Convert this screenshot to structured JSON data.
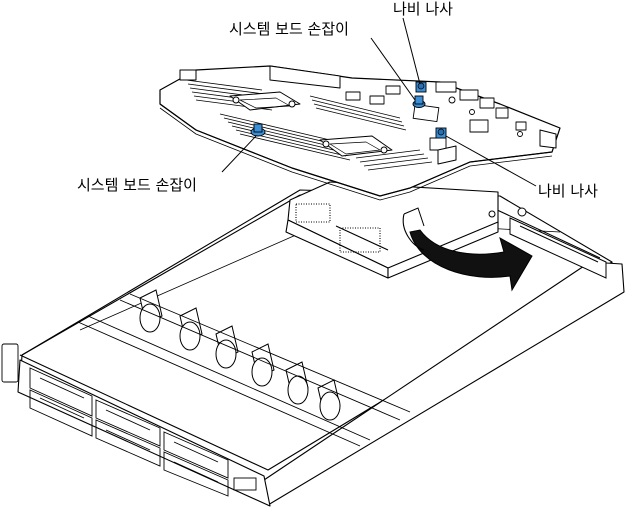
{
  "callouts": {
    "thumbscrew_top": "나비 나사",
    "handle_top": "시스템 보드 손잡이",
    "handle_left": "시스템 보드 손잡이",
    "thumbscrew_right": "나비 나사"
  },
  "colors": {
    "line": "#000000",
    "handle_accent": "#3a8fd6",
    "arrow_fill": "#111111"
  },
  "icons": [
    "curved-rotation-arrow"
  ]
}
